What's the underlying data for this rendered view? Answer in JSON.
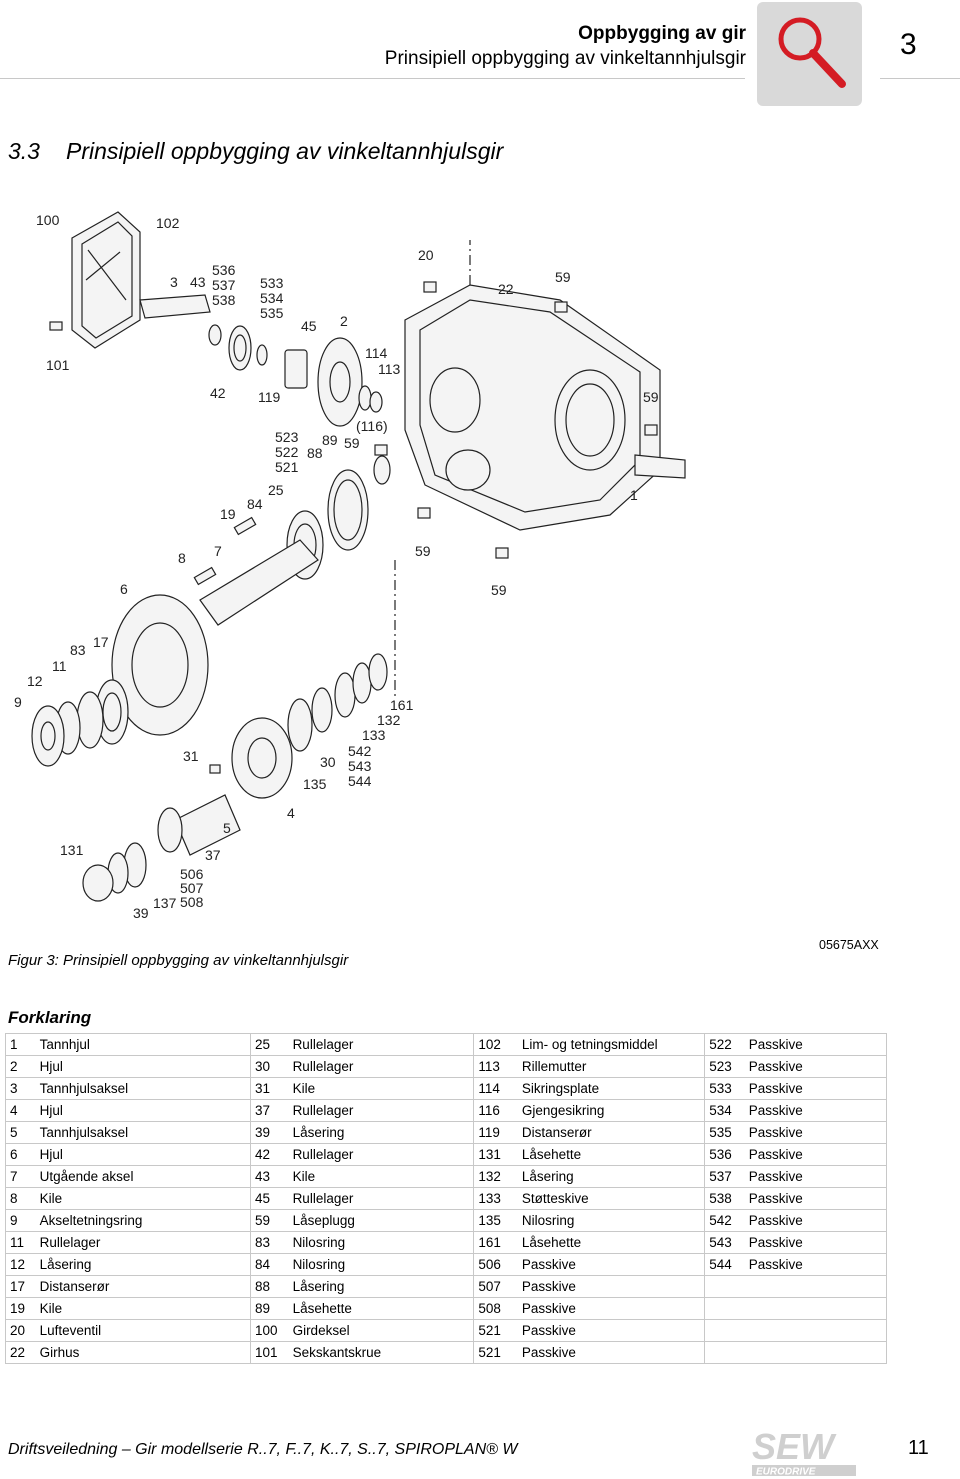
{
  "header": {
    "chapter_title": "Oppbygging av gir",
    "section_title": "Prinsipiell oppbygging av vinkeltannhjulsgir",
    "chapter_number": "3",
    "icon": "magnifier-icon"
  },
  "section": {
    "number": "3.3",
    "title": "Prinsipiell oppbygging av vinkeltannhjulsgir"
  },
  "figure": {
    "caption": "Figur 3: Prinsipiell oppbygging av vinkeltannhjulsgir",
    "code": "05675AXX",
    "labels": [
      "100",
      "102",
      "3",
      "43",
      "536",
      "537",
      "538",
      "533",
      "534",
      "535",
      "45",
      "2",
      "20",
      "22",
      "59",
      "101",
      "42",
      "119",
      "114",
      "113",
      "59",
      "(116)",
      "523",
      "522",
      "521",
      "89",
      "59",
      "88",
      "25",
      "84",
      "19",
      "1",
      "59",
      "7",
      "8",
      "6",
      "59",
      "17",
      "83",
      "11",
      "12",
      "9",
      "161",
      "132",
      "133",
      "542",
      "543",
      "544",
      "31",
      "30",
      "135",
      "4",
      "5",
      "37",
      "131",
      "506",
      "507",
      "508",
      "137",
      "39"
    ]
  },
  "legend": {
    "title": "Forklaring",
    "rows": [
      [
        [
          "1",
          "Tannhjul"
        ],
        [
          "25",
          "Rullelager"
        ],
        [
          "102",
          "Lim- og tetningsmiddel"
        ],
        [
          "522",
          "Passkive"
        ]
      ],
      [
        [
          "2",
          "Hjul"
        ],
        [
          "30",
          "Rullelager"
        ],
        [
          "113",
          "Rillemutter"
        ],
        [
          "523",
          "Passkive"
        ]
      ],
      [
        [
          "3",
          "Tannhjulsaksel"
        ],
        [
          "31",
          "Kile"
        ],
        [
          "114",
          "Sikringsplate"
        ],
        [
          "533",
          "Passkive"
        ]
      ],
      [
        [
          "4",
          "Hjul"
        ],
        [
          "37",
          "Rullelager"
        ],
        [
          "116",
          "Gjengesikring"
        ],
        [
          "534",
          "Passkive"
        ]
      ],
      [
        [
          "5",
          "Tannhjulsaksel"
        ],
        [
          "39",
          "Låsering"
        ],
        [
          "119",
          "Distanserør"
        ],
        [
          "535",
          "Passkive"
        ]
      ],
      [
        [
          "6",
          "Hjul"
        ],
        [
          "42",
          "Rullelager"
        ],
        [
          "131",
          "Låsehette"
        ],
        [
          "536",
          "Passkive"
        ]
      ],
      [
        [
          "7",
          "Utgående aksel"
        ],
        [
          "43",
          "Kile"
        ],
        [
          "132",
          "Låsering"
        ],
        [
          "537",
          "Passkive"
        ]
      ],
      [
        [
          "8",
          "Kile"
        ],
        [
          "45",
          "Rullelager"
        ],
        [
          "133",
          "Støtteskive"
        ],
        [
          "538",
          "Passkive"
        ]
      ],
      [
        [
          "9",
          "Akseltetningsring"
        ],
        [
          "59",
          "Låseplugg"
        ],
        [
          "135",
          "Nilosring"
        ],
        [
          "542",
          "Passkive"
        ]
      ],
      [
        [
          "11",
          "Rullelager"
        ],
        [
          "83",
          "Nilosring"
        ],
        [
          "161",
          "Låsehette"
        ],
        [
          "543",
          "Passkive"
        ]
      ],
      [
        [
          "12",
          "Låsering"
        ],
        [
          "84",
          "Nilosring"
        ],
        [
          "506",
          "Passkive"
        ],
        [
          "544",
          "Passkive"
        ]
      ],
      [
        [
          "17",
          "Distanserør"
        ],
        [
          "88",
          "Låsering"
        ],
        [
          "507",
          "Passkive"
        ],
        [
          "",
          ""
        ]
      ],
      [
        [
          "19",
          "Kile"
        ],
        [
          "89",
          "Låsehette"
        ],
        [
          "508",
          "Passkive"
        ],
        [
          "",
          ""
        ]
      ],
      [
        [
          "20",
          "Lufteventil"
        ],
        [
          "100",
          "Girdeksel"
        ],
        [
          "521",
          "Passkive"
        ],
        [
          "",
          ""
        ]
      ],
      [
        [
          "22",
          "Girhus"
        ],
        [
          "101",
          "Sekskantskrue"
        ],
        [
          "521",
          "Passkive"
        ],
        [
          "",
          ""
        ]
      ]
    ]
  },
  "footer": {
    "text": "Driftsveiledning – Gir modellserie R..7, F..7, K..7, S..7, SPIROPLAN® W",
    "page": "11",
    "logo_top": "SEW",
    "logo_bottom": "EURODRIVE"
  }
}
